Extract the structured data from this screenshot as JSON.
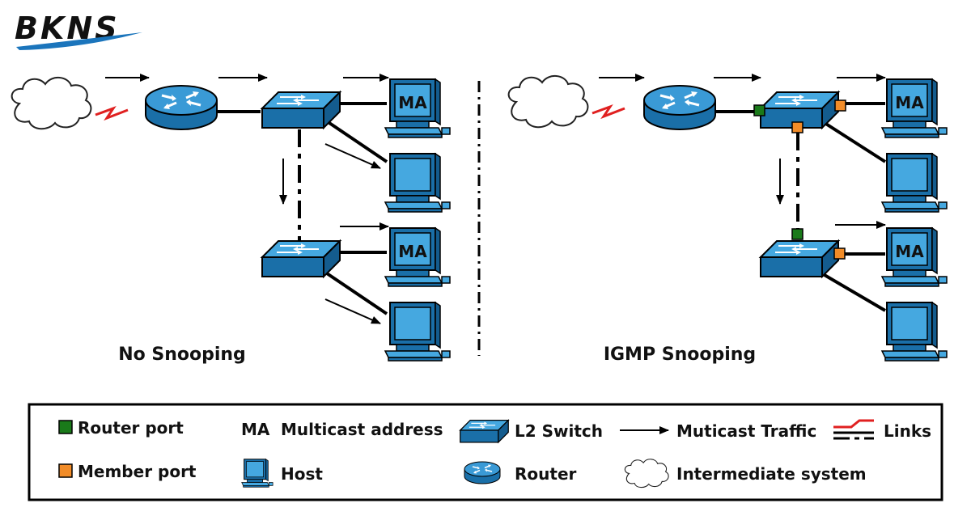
{
  "brand": {
    "logo_text": "BKNS"
  },
  "panels": [
    {
      "caption": "No Snooping"
    },
    {
      "caption": "IGMP Snooping"
    }
  ],
  "host_tag": "MA",
  "legend": {
    "router_port": "Router port",
    "member_port": "Member port",
    "ma_abbr": "MA",
    "multicast_address": "Multicast address",
    "host": "Host",
    "l2_switch": "L2 Switch",
    "router": "Router",
    "multicast_traffic": "Muticast Traffic",
    "intermediate_system": "Intermediate system",
    "links": "Links"
  },
  "colors": {
    "router_port": "#1a7a1a",
    "member_port": "#f28c28",
    "device_blue": "#1f86c7",
    "device_light": "#45a8e0",
    "wan_link": "#e02020",
    "brand_red": "#e4312b",
    "brand_blue": "#1b75bc"
  }
}
